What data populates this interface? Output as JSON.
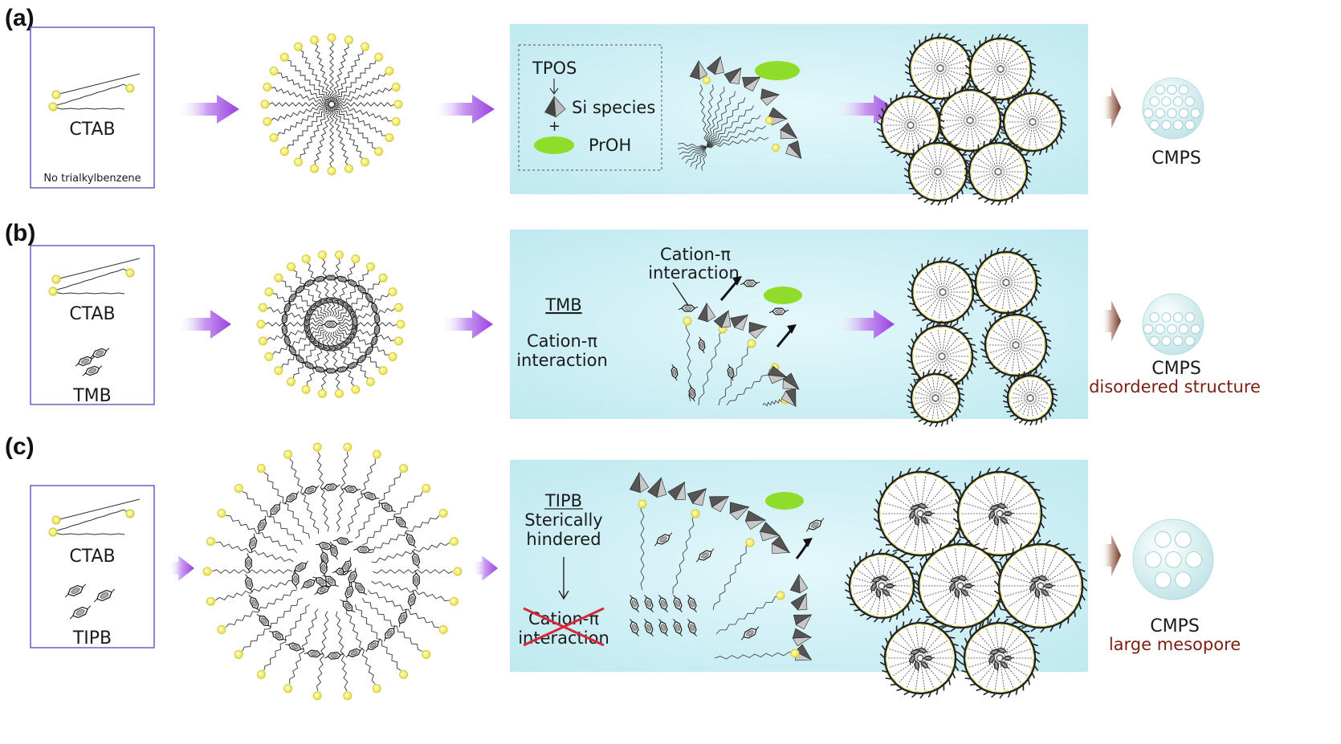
{
  "panels": {
    "a": {
      "label": "(a)",
      "surfactant": "CTAB",
      "note": "No trialkylbenzene",
      "legend": {
        "tpos": "TPOS",
        "si": "Si species",
        "plus": "+",
        "proh": "PrOH"
      },
      "product": "CMPS",
      "product_note": ""
    },
    "b": {
      "label": "(b)",
      "surfactant": "CTAB",
      "additive": "TMB",
      "callout_line1": "Cation-π",
      "callout_line2": "interaction",
      "mid_title": "TMB",
      "mid_line1": "Cation-π",
      "mid_line2": "interaction",
      "product": "CMPS",
      "product_note": "disordered structure"
    },
    "c": {
      "label": "(c)",
      "surfactant": "CTAB",
      "additive": "TIPB",
      "mid_title": "TIPB",
      "mid_line1": "Sterically",
      "mid_line2": "hindered",
      "crossed_line1": "Cation-π",
      "crossed_line2": "interaction",
      "product": "CMPS",
      "product_note": "large mesopore"
    }
  },
  "colors": {
    "panel_bg": "#cfeff4",
    "box_border": "#6a5fc1",
    "arrow": "#9a3ee0",
    "head_yellow": "#f2ee6a",
    "proh_green": "#8fdc2a",
    "brown_text": "#7a1f12",
    "cross_red": "#d8283a"
  }
}
